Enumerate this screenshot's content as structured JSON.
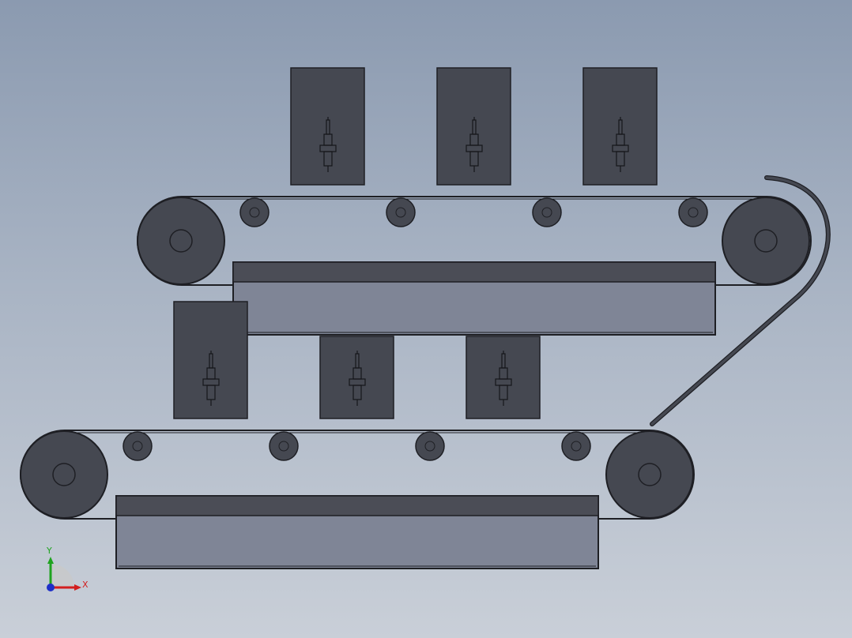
{
  "viewport": {
    "background_top": "#8b9ab0",
    "background_bottom": "#c9cfd8",
    "part_fill": "#454851",
    "part_edge": "#1e1f24",
    "tray_top_fill": "#4b4d56",
    "tray_body_fill": "#7f8596"
  },
  "axis_triad": {
    "x_label": "X",
    "y_label": "Y",
    "x_color": "#d21e1e",
    "y_color": "#1fa31f",
    "z_color": "#1e2fc8"
  },
  "upper_conveyor": {
    "name": "upper-conveyor",
    "parts_count": 3,
    "idler_count": 4
  },
  "lower_conveyor": {
    "name": "lower-conveyor",
    "parts_count": 3,
    "idler_count": 4
  },
  "chute": {
    "name": "transfer-chute"
  }
}
